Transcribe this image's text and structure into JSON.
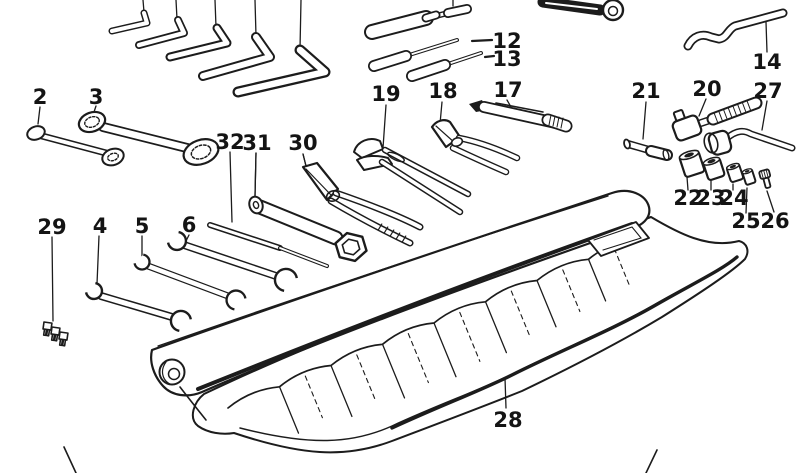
{
  "diagram": {
    "kind": "exploded-parts-diagram",
    "subject": "car tool kit with tool roll",
    "colors": {
      "line": "#1c1c1c",
      "background": "#ffffff",
      "label_text": "#141414"
    },
    "parts": [
      {
        "number": "2",
        "icon": "ring-wrench-icon"
      },
      {
        "number": "3",
        "icon": "ring-wrench-icon"
      },
      {
        "number": "4",
        "icon": "open-end-wrench-icon"
      },
      {
        "number": "5",
        "icon": "open-end-wrench-icon"
      },
      {
        "number": "6",
        "icon": "open-end-wrench-icon"
      },
      {
        "number": "12",
        "icon": "screwdriver-icon"
      },
      {
        "number": "13",
        "icon": "screwdriver-icon"
      },
      {
        "number": "14",
        "icon": "pry-lever-icon"
      },
      {
        "number": "17",
        "icon": "pen-tool-icon"
      },
      {
        "number": "18",
        "icon": "side-cutter-pliers-icon"
      },
      {
        "number": "19",
        "icon": "water-pump-pliers-icon"
      },
      {
        "number": "20",
        "icon": "ratchet-icon"
      },
      {
        "number": "21",
        "icon": "pin-icon"
      },
      {
        "number": "22",
        "icon": "socket-icon"
      },
      {
        "number": "23",
        "icon": "socket-icon"
      },
      {
        "number": "24",
        "icon": "socket-icon"
      },
      {
        "number": "25",
        "icon": "socket-icon"
      },
      {
        "number": "26",
        "icon": "bit-icon"
      },
      {
        "number": "27",
        "icon": "socket-wrench-icon"
      },
      {
        "number": "28",
        "icon": "tool-roll-bag-icon"
      },
      {
        "number": "29",
        "icon": "fuse-icon"
      },
      {
        "number": "30",
        "icon": "combination-pliers-icon"
      },
      {
        "number": "31",
        "icon": "spark-plug-socket-icon"
      },
      {
        "number": "32",
        "icon": "tommy-bar-icon"
      }
    ]
  }
}
